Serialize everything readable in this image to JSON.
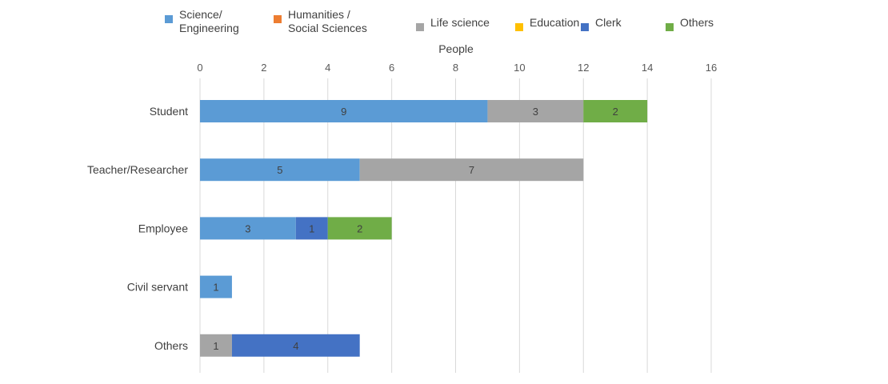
{
  "chart_data": {
    "type": "bar",
    "orientation": "horizontal",
    "stacked": true,
    "title": "",
    "xlabel": "People",
    "ylabel": "",
    "xlim": [
      0,
      16
    ],
    "x_ticks": [
      "0",
      "2",
      "4",
      "6",
      "8",
      "10",
      "12",
      "14",
      "16"
    ],
    "x_axis_position": "top",
    "grid": "vertical",
    "legend_position": "top",
    "categories": [
      "Student",
      "Teacher/Researcher",
      "Employee",
      "Civil servant",
      "Others"
    ],
    "series": [
      {
        "name": "Science/\nEngineering",
        "color": "#5b9bd5",
        "values": [
          9,
          5,
          3,
          1,
          0
        ]
      },
      {
        "name": "Humanities /\nSocial Sciences",
        "color": "#ed7d31",
        "values": [
          0,
          0,
          0,
          0,
          0
        ]
      },
      {
        "name": "Life science",
        "color": "#a5a5a5",
        "values": [
          3,
          7,
          0,
          0,
          1
        ]
      },
      {
        "name": "Education",
        "color": "#ffc000",
        "values": [
          0,
          0,
          0,
          0,
          0
        ]
      },
      {
        "name": "Clerk",
        "color": "#4472c4",
        "values": [
          0,
          0,
          1,
          0,
          4
        ]
      },
      {
        "name": "Others",
        "color": "#70ad47",
        "values": [
          2,
          0,
          2,
          0,
          0
        ]
      }
    ]
  }
}
